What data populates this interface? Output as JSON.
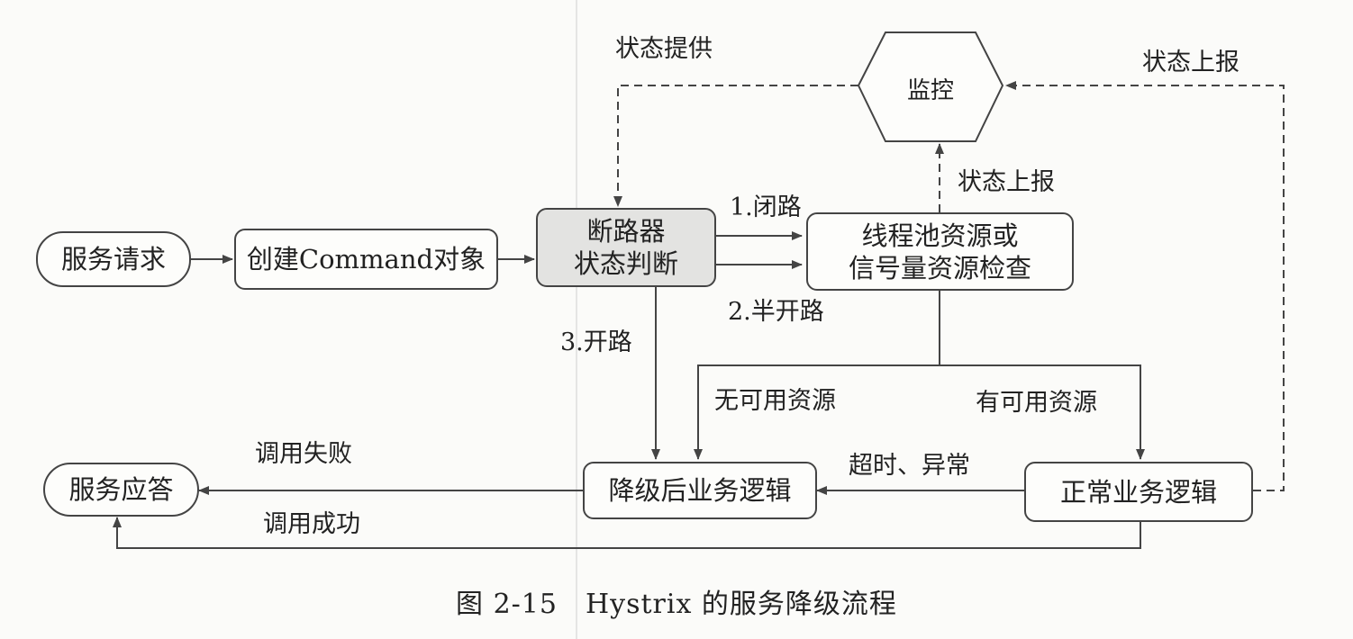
{
  "nodes": {
    "service_request": "服务请求",
    "create_command": "创建Command对象",
    "breaker_line1": "断路器",
    "breaker_line2": "状态判断",
    "pool_line1": "线程池资源或",
    "pool_line2": "信号量资源检查",
    "monitor": "监控",
    "fallback": "降级后业务逻辑",
    "normal": "正常业务逻辑",
    "service_response": "服务应答"
  },
  "edge_labels": {
    "state_provide": "状态提供",
    "state_report_right": "状态上报",
    "state_report_mid": "状态上报",
    "closed": "1.闭路",
    "half_open": "2.半开路",
    "open": "3.开路",
    "no_resource": "无可用资源",
    "has_resource": "有可用资源",
    "timeout": "超时、异常",
    "call_fail": "调用失败",
    "call_success": "调用成功"
  },
  "caption": "图 2-15　Hystrix 的服务降级流程"
}
